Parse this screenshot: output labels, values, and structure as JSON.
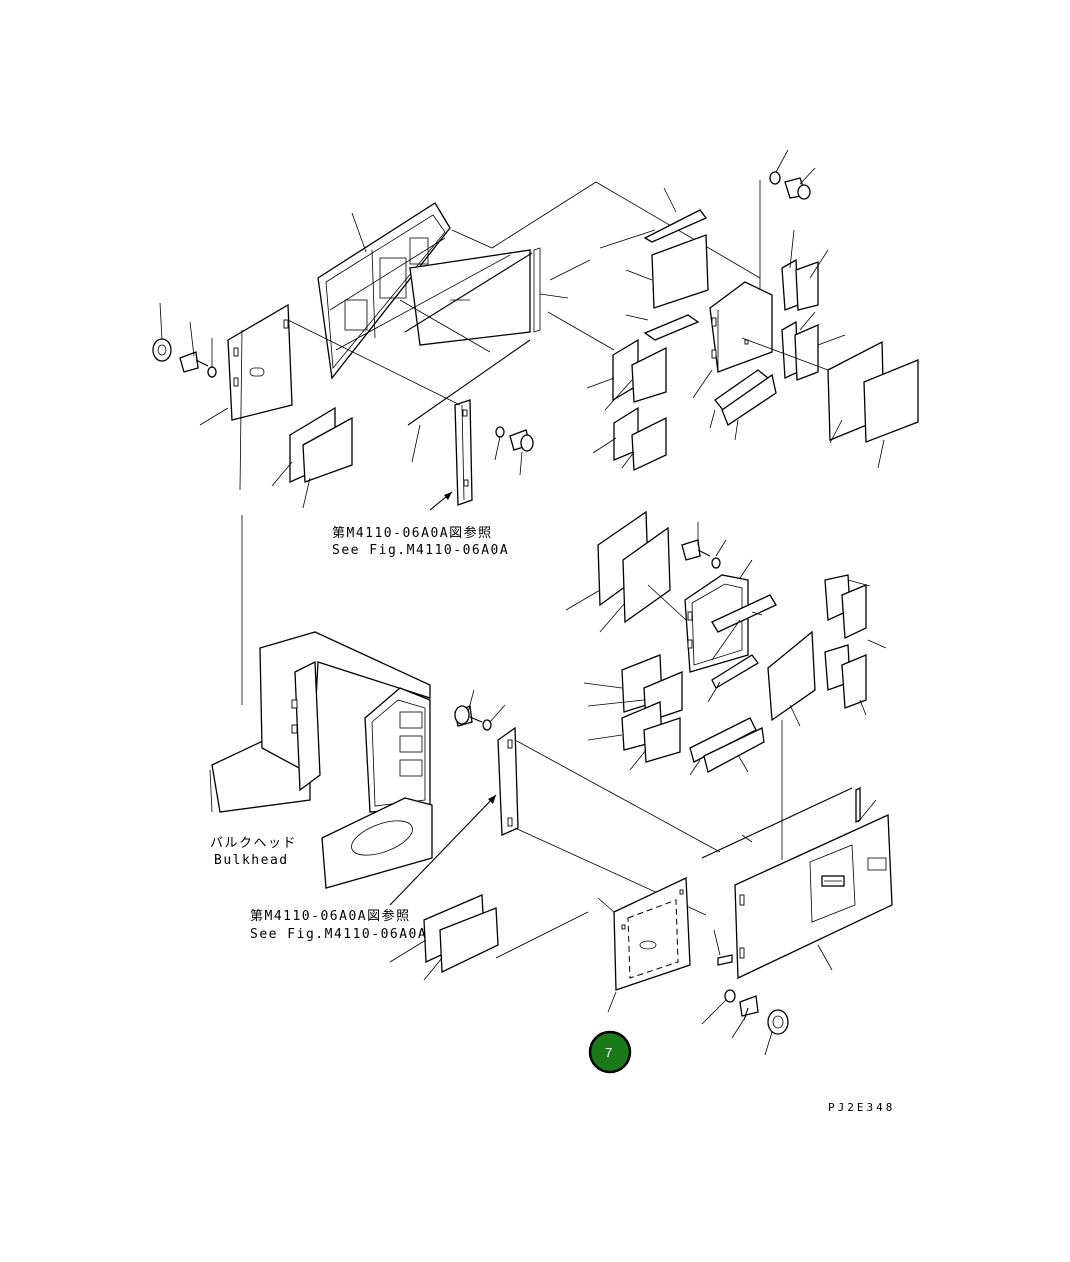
{
  "labels": {
    "ref_top_jp": "第M4110-06A0A図参照",
    "ref_top_en": "See Fig.M4110-06A0A",
    "ref_bottom_jp": "第M4110-06A0A図参照",
    "ref_bottom_en": "See Fig.M4110-06A0A",
    "bulkhead_jp": "バルクヘッド",
    "bulkhead_en": "Bulkhead",
    "figure_code": "PJ2E348"
  },
  "badge": {
    "number": "7",
    "color": "#1a7a1a"
  }
}
